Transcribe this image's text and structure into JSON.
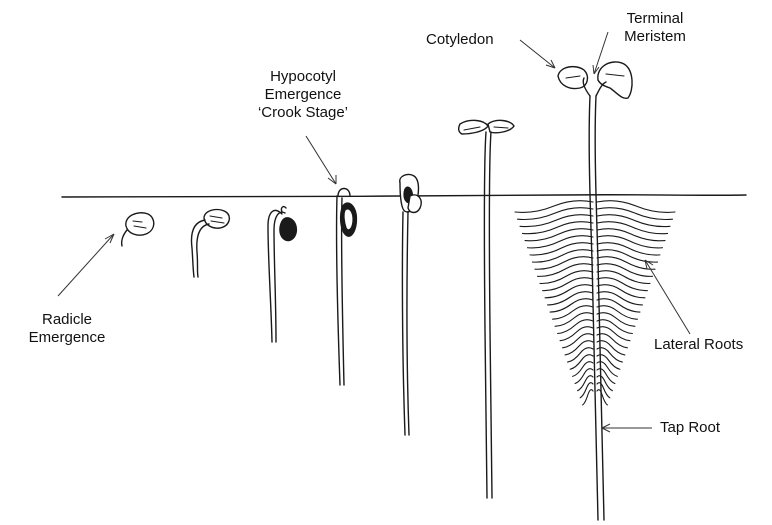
{
  "labels": {
    "radicle": [
      "Radicle",
      "Emergence"
    ],
    "hypocotyl": [
      "Hypocotyl",
      "Emergence",
      "‘Crook Stage’"
    ],
    "cotyledon": "Cotyledon",
    "terminal_meristem": [
      "Terminal",
      "Meristem"
    ],
    "lateral_roots": "Lateral Roots",
    "tap_root": "Tap Root"
  },
  "colors": {
    "ink": "#1a1a1a",
    "background": "#ffffff"
  }
}
